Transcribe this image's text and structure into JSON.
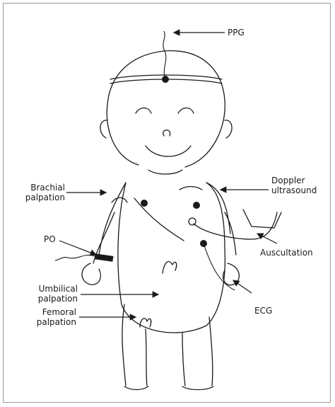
{
  "labels": {
    "ppg": "PPG",
    "doppler_l1": "Doppler",
    "doppler_l2": "ultrasound",
    "brachial_l1": "Brachial",
    "brachial_l2": "palpation",
    "po": "PO",
    "auscultation": "Auscultation",
    "umbilical_l1": "Umbilical",
    "umbilical_l2": "palpation",
    "femoral_l1": "Femoral",
    "femoral_l2": "palpation",
    "ecg": "ECG"
  }
}
